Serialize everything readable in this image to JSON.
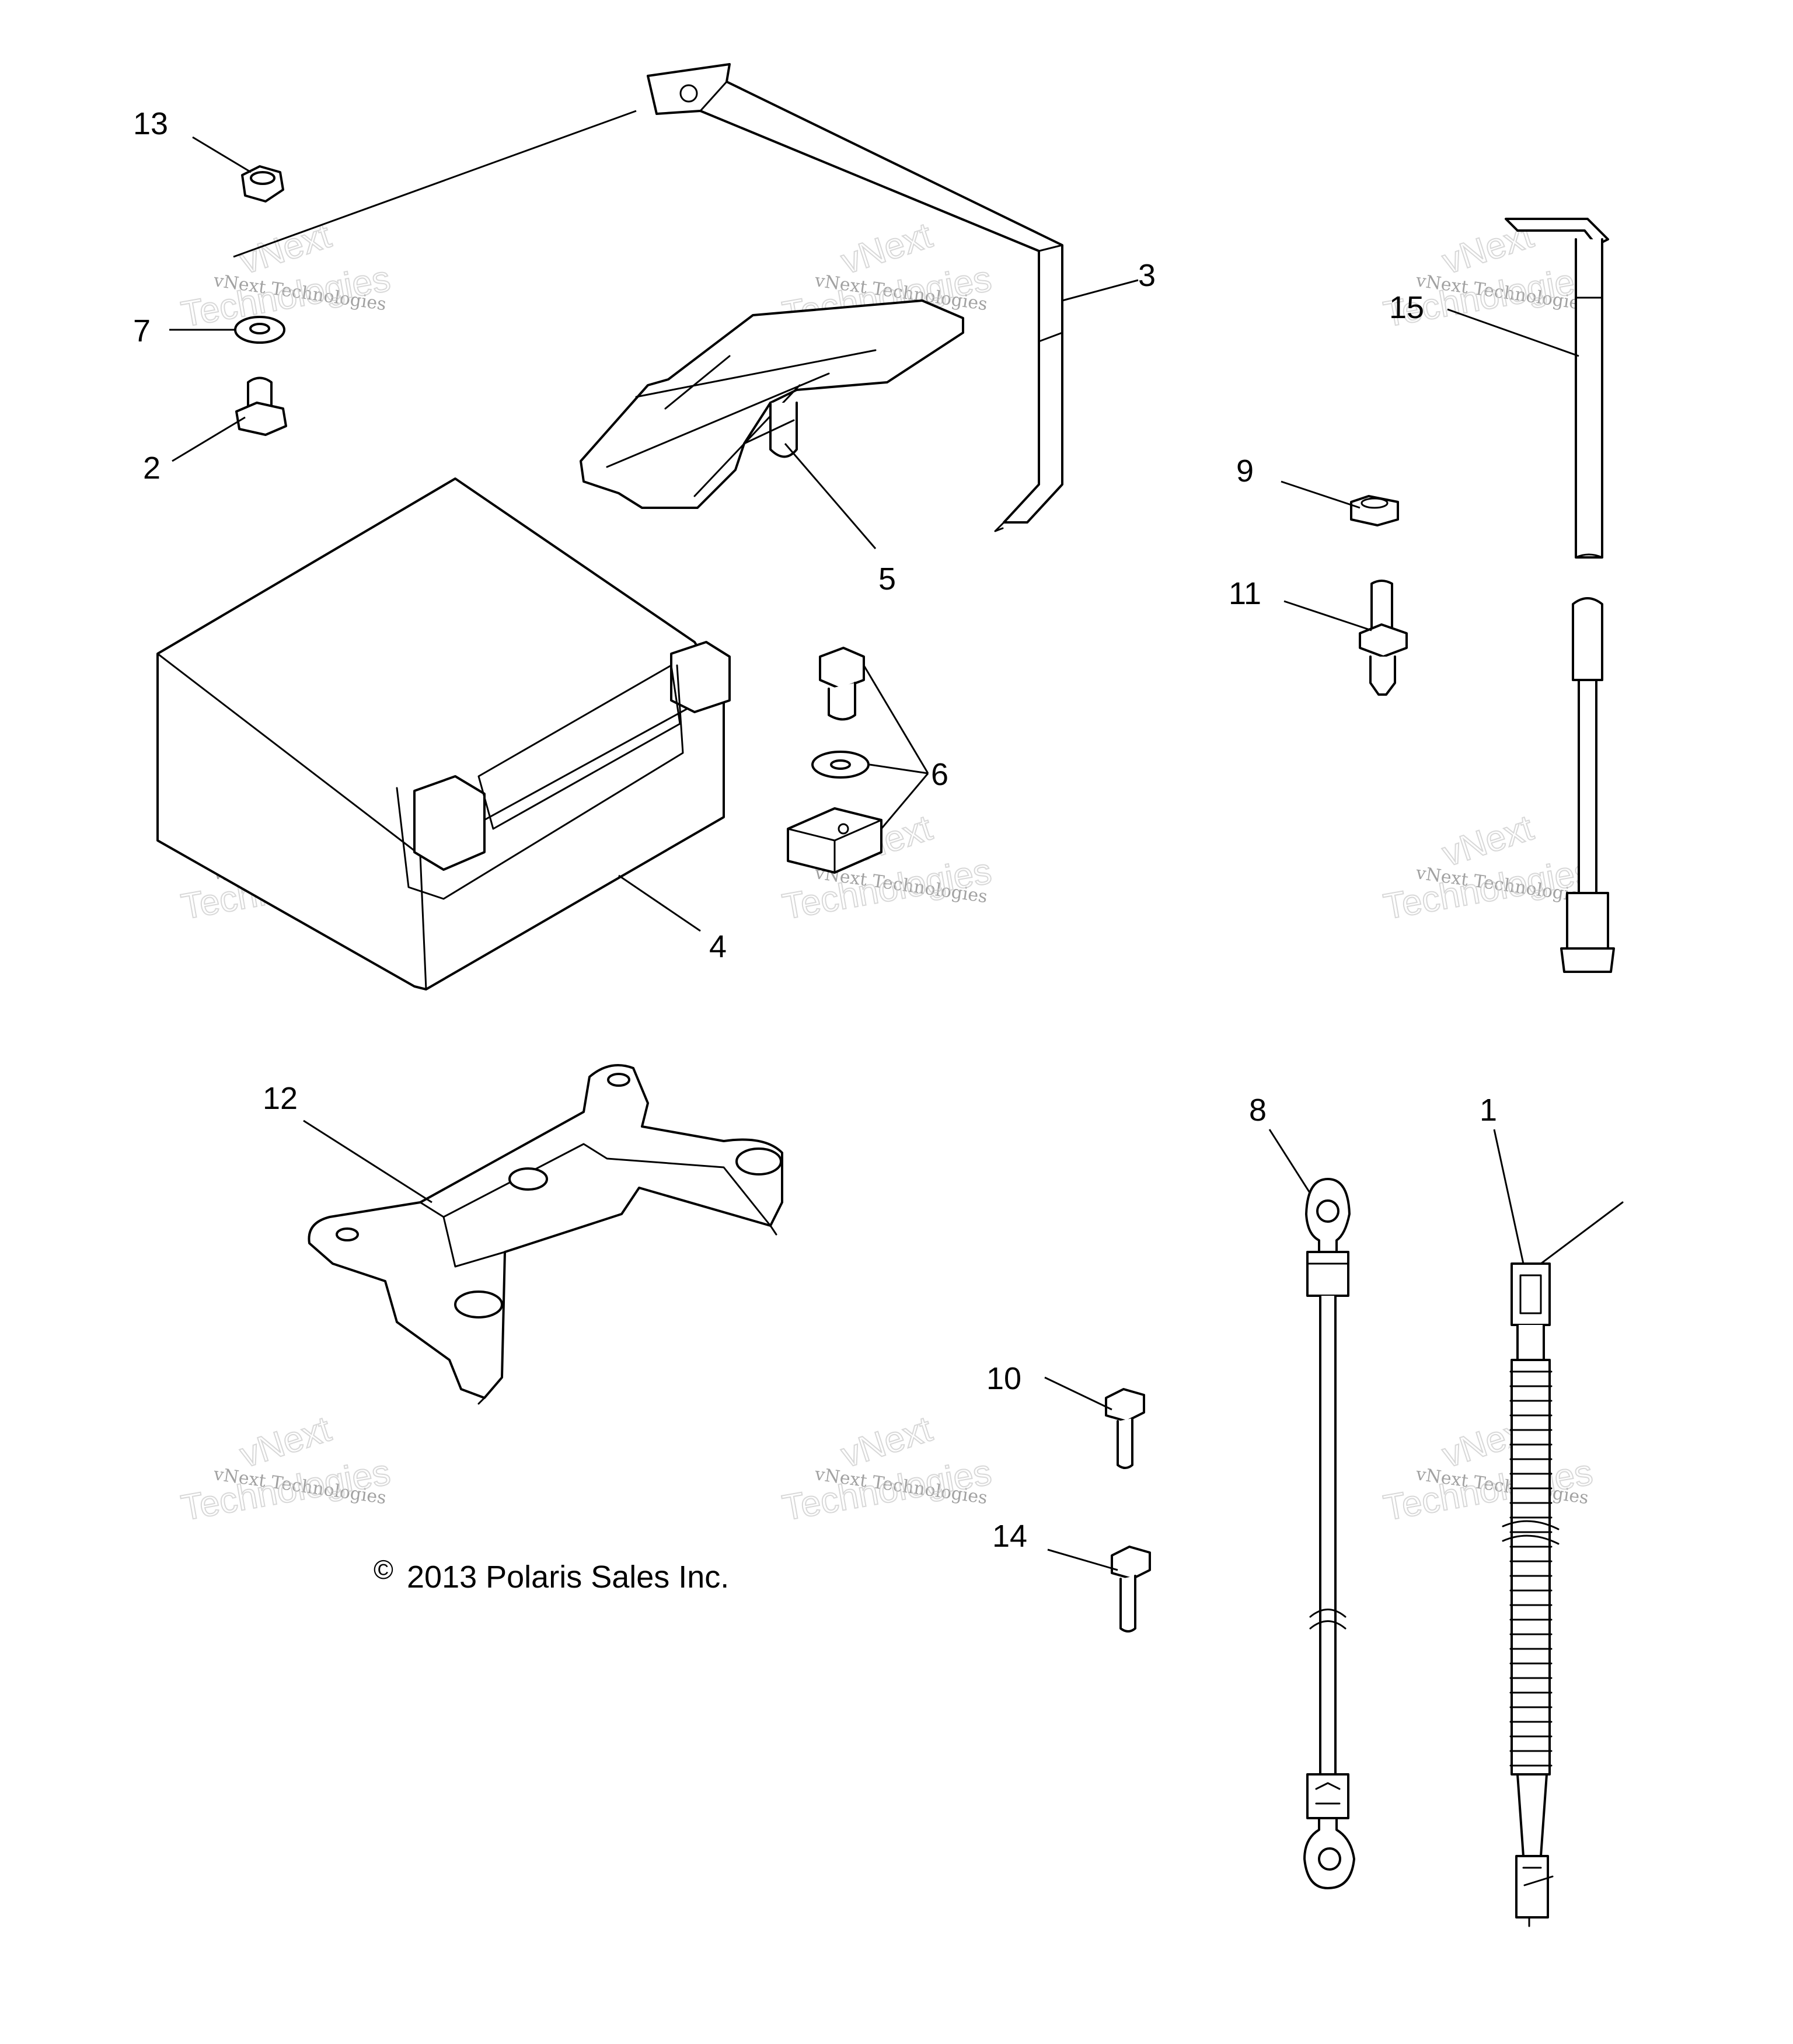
{
  "diagram": {
    "callouts": {
      "c1": "1",
      "c2": "2",
      "c3": "3",
      "c4": "4",
      "c5": "5",
      "c6": "6",
      "c7": "7",
      "c8": "8",
      "c9": "9",
      "c10": "10",
      "c11": "11",
      "c12": "12",
      "c13": "13",
      "c14": "14",
      "c15": "15"
    },
    "copyright": "2013 Polaris Sales Inc.",
    "copyright_symbol": "©",
    "watermark": {
      "line1": "vNext Technologies",
      "line2": "vNext",
      "line3": "Technologies"
    }
  }
}
